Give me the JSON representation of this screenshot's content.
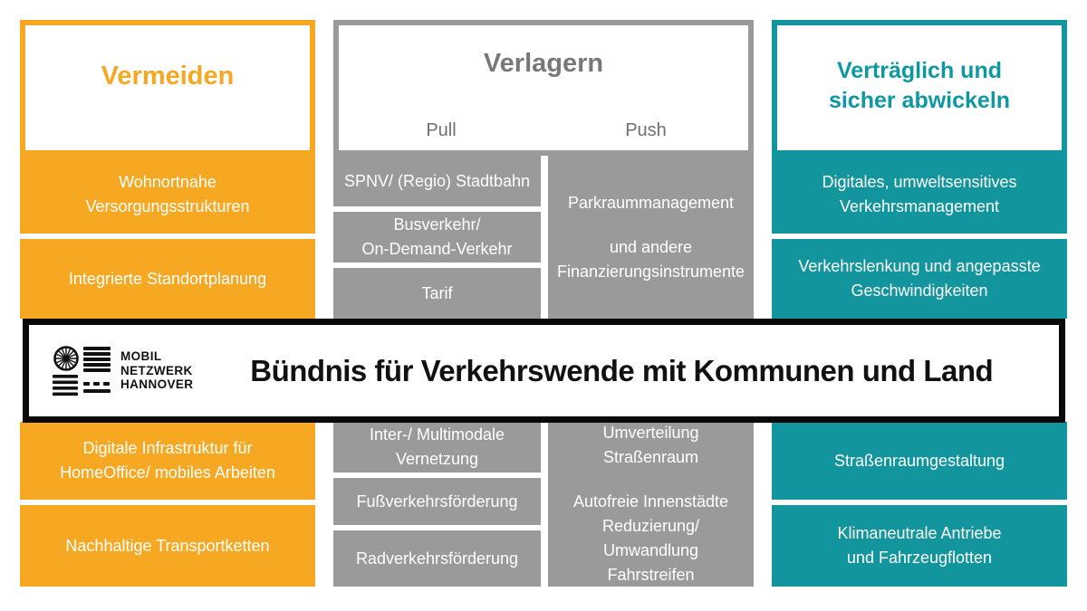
{
  "colors": {
    "vermeiden_orange": "#F6A822",
    "verlagern_gray": "#9A9A9A",
    "vertraeglich_teal": "#12959C",
    "banner_border_black": "#0A0A0A",
    "cell_text_white": "#FFFFFF"
  },
  "banner": {
    "title": "Bündnis für Verkehrswende mit Kommunen und Land",
    "logo": {
      "icon": "mobility-network-logo",
      "line1": "MOBIL",
      "line2": "NETZWERK",
      "line3": "HANNOVER"
    }
  },
  "vermeiden": {
    "title": "Vermeiden",
    "cells": [
      "Wohnortnahe\nVersorgungsstrukturen",
      "Integrierte Standortplanung",
      "Digitale Infrastruktur für\nHomeOffice/ mobiles Arbeiten",
      "Nachhaltige Transportketten"
    ]
  },
  "verlagern": {
    "title": "Verlagern",
    "pull_label": "Pull",
    "push_label": "Push",
    "pull_cells": [
      "SPNV/ (Regio) Stadtbahn",
      "Busverkehr/\nOn-Demand-Verkehr",
      "Tarif",
      "Inter-/ Multimodale\nVernetzung",
      "Fußverkehrsförderung",
      "Radverkehrsförderung"
    ],
    "push_top": [
      "Parkraummanagement",
      "und andere\nFinanzierungsinstrumente"
    ],
    "push_bottom": [
      "Umverteilung Straßenraum",
      "Autofreie Innenstädte\nReduzierung/ Umwandlung\nFahrstreifen"
    ]
  },
  "vertraeglich": {
    "title": "Verträglich und\nsicher abwickeln",
    "cells": [
      "Digitales, umweltsensitives\nVerkehrsmanagement",
      "Verkehrslenkung und angepasste\nGeschwindigkeiten",
      "Straßenraumgestaltung",
      "Klimaneutrale Antriebe\nund Fahrzeugflotten"
    ]
  }
}
